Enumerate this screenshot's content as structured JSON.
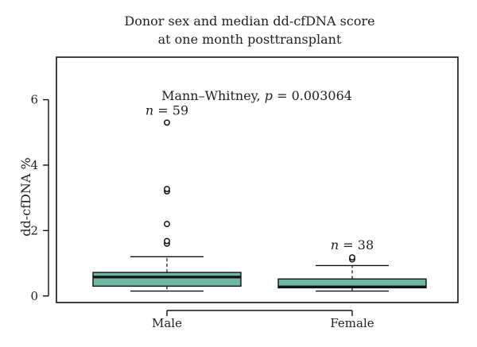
{
  "chart_data": {
    "type": "box",
    "title": [
      "Donor sex and median dd-cfDNA score",
      "at one month posttransplant"
    ],
    "ylabel": "dd-cfDNA %",
    "xlabel": "",
    "ylim": [
      -0.2,
      7.3
    ],
    "yticks": [
      0,
      2,
      4,
      6
    ],
    "categories": [
      "Male",
      "Female"
    ],
    "boxes": [
      {
        "category": "Male",
        "n_label": "n = 59",
        "whisker_low": 0.15,
        "q1": 0.3,
        "median": 0.58,
        "q3": 0.72,
        "whisker_high": 1.2,
        "outliers": [
          1.6,
          1.68,
          2.2,
          3.2,
          3.27,
          5.3
        ]
      },
      {
        "category": "Female",
        "n_label": "n = 38",
        "whisker_low": 0.15,
        "q1": 0.25,
        "median": 0.28,
        "q3": 0.52,
        "whisker_high": 0.93,
        "outliers": [
          1.12,
          1.18
        ]
      }
    ],
    "annotation": {
      "text_prefix": "Mann–Whitney, ",
      "p_symbol": "p",
      "text_suffix": " = 0.003064"
    },
    "box_color": "#6fb8a5",
    "grid": false,
    "legend": "none"
  }
}
